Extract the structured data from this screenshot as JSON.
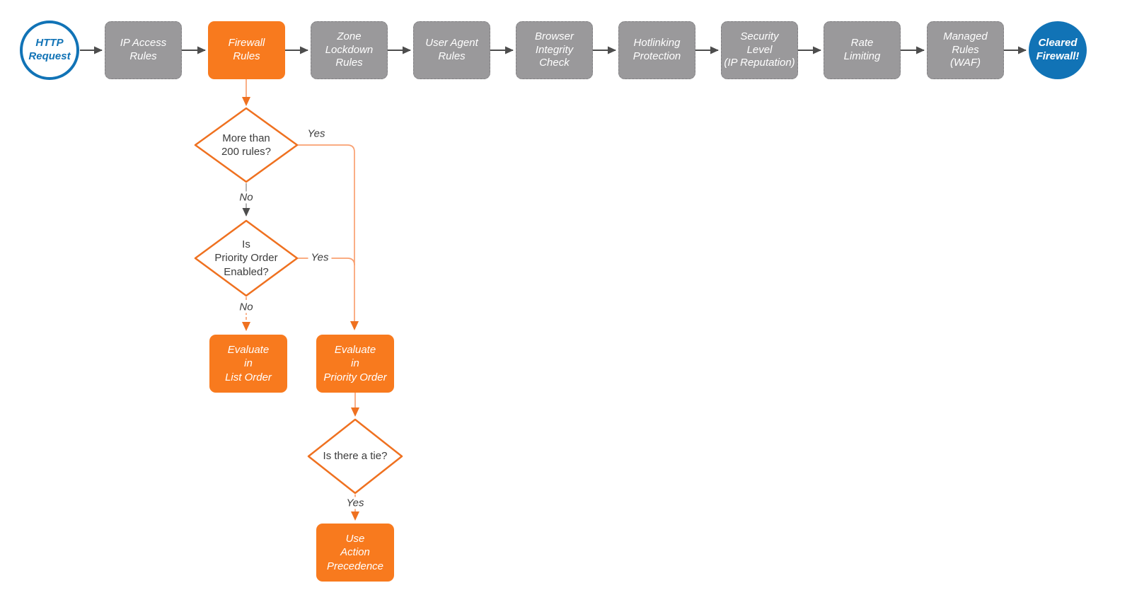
{
  "colors": {
    "node_orange": "#F87A1E",
    "node_gray": "#9A999B",
    "terminal_blue": "#1173B6",
    "arrow_dark_gray": "#4D4D4D",
    "connector_light_orange": "#F9A071",
    "arrowhead_orange": "#EF7120",
    "text_white": "#FFFFFF",
    "text_dark": "#3C3C3C",
    "background": "#FFFFFF"
  },
  "pipeline": {
    "start": {
      "label": "HTTP\nRequest"
    },
    "stages": [
      {
        "label": "IP Access\nRules"
      },
      {
        "label": "Firewall\nRules",
        "highlighted": true
      },
      {
        "label": "Zone\nLockdown\nRules"
      },
      {
        "label": "User Agent\nRules"
      },
      {
        "label": "Browser\nIntegrity\nCheck"
      },
      {
        "label": "Hotlinking\nProtection"
      },
      {
        "label": "Security\nLevel\n(IP Reputation)"
      },
      {
        "label": "Rate\nLimiting"
      },
      {
        "label": "Managed\nRules\n(WAF)"
      }
    ],
    "end": {
      "label": "Cleared\nFirewall!"
    }
  },
  "firewall_rules_flow": {
    "decision_more_than_200": {
      "question": "More than\n200 rules?",
      "yes_label": "Yes",
      "no_label": "No"
    },
    "decision_priority_order": {
      "question": "Is\nPriority Order\nEnabled?",
      "yes_label": "Yes",
      "no_label": "No"
    },
    "evaluate_list_order": {
      "label": "Evaluate\nin\nList Order"
    },
    "evaluate_priority_order": {
      "label": "Evaluate\nin\nPriority Order"
    },
    "decision_tie": {
      "question": "Is there a tie?",
      "yes_label": "Yes"
    },
    "use_action_precedence": {
      "label": "Use\nAction\nPrecedence"
    }
  }
}
